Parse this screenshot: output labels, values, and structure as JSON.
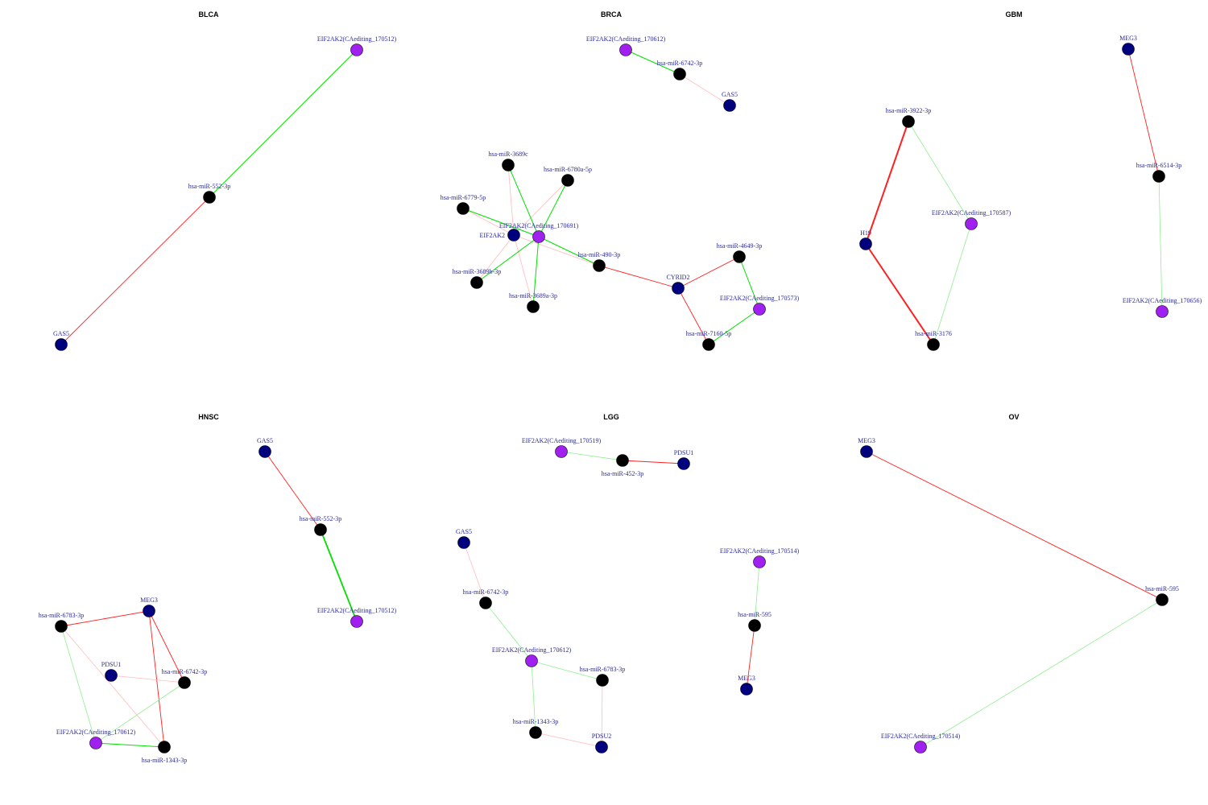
{
  "colors": {
    "mirna": "#000000",
    "gene": "#00007f",
    "editing": "#a020f0",
    "pos_strong": "#00e000",
    "pos_weak": "#90ee90",
    "neg_strong": "#ff2020",
    "neg_weak": "#ffbcbc"
  },
  "panels": [
    {
      "title": "BLCA",
      "nodes": [
        {
          "label": "EIF2AK2(CAediting_170512)",
          "type": "editing"
        },
        {
          "label": "hsa-miR-552-3p",
          "type": "mirna"
        },
        {
          "label": "GAS5",
          "type": "gene"
        }
      ],
      "edges": [
        [
          0,
          1,
          "pos_strong"
        ],
        [
          1,
          2,
          "neg_strong"
        ]
      ]
    },
    {
      "title": "BRCA",
      "nodes": [
        {
          "label": "EIF2AK2(CAediting_170612)",
          "type": "editing"
        },
        {
          "label": "hsa-miR-6742-3p",
          "type": "mirna"
        },
        {
          "label": "GAS5",
          "type": "gene"
        },
        {
          "label": "hsa-miR-3689c",
          "type": "mirna"
        },
        {
          "label": "hsa-miR-6780a-5p",
          "type": "mirna"
        },
        {
          "label": "hsa-miR-6779-5p",
          "type": "mirna"
        },
        {
          "label": "EIF2AK2",
          "type": "gene"
        },
        {
          "label": "EIF2AK2(CAediting_170691)",
          "type": "editing"
        },
        {
          "label": "hsa-miR-490-3p",
          "type": "mirna"
        },
        {
          "label": "hsa-miR-3689b-3p",
          "type": "mirna"
        },
        {
          "label": "hsa-miR-3689a-3p",
          "type": "mirna"
        },
        {
          "label": "CYRID2",
          "type": "gene"
        },
        {
          "label": "hsa-miR-4649-3p",
          "type": "mirna"
        },
        {
          "label": "EIF2AK2(CAediting_170573)",
          "type": "editing"
        },
        {
          "label": "hsa-miR-7160-5p",
          "type": "mirna"
        }
      ],
      "edges": [
        [
          0,
          1,
          "pos_strong"
        ],
        [
          1,
          2,
          "neg_weak"
        ],
        [
          6,
          3,
          "neg_weak"
        ],
        [
          6,
          4,
          "neg_weak"
        ],
        [
          6,
          5,
          "neg_weak"
        ],
        [
          6,
          8,
          "neg_weak"
        ],
        [
          6,
          9,
          "neg_weak"
        ],
        [
          6,
          10,
          "neg_weak"
        ],
        [
          7,
          3,
          "pos_strong"
        ],
        [
          7,
          4,
          "pos_strong"
        ],
        [
          7,
          5,
          "pos_strong"
        ],
        [
          7,
          8,
          "pos_strong"
        ],
        [
          7,
          9,
          "pos_strong"
        ],
        [
          7,
          10,
          "pos_strong"
        ],
        [
          8,
          11,
          "neg_strong"
        ],
        [
          11,
          12,
          "neg_strong"
        ],
        [
          11,
          14,
          "neg_strong"
        ],
        [
          12,
          13,
          "pos_strong"
        ],
        [
          13,
          14,
          "pos_strong"
        ]
      ]
    },
    {
      "title": "GBM",
      "nodes": [
        {
          "label": "hsa-miR-3922-3p",
          "type": "mirna"
        },
        {
          "label": "H19",
          "type": "gene"
        },
        {
          "label": "hsa-miR-3176",
          "type": "mirna"
        },
        {
          "label": "EIF2AK2(CAediting_170587)",
          "type": "editing"
        },
        {
          "label": "MEG3",
          "type": "gene"
        },
        {
          "label": "hsa-miR-6514-3p",
          "type": "mirna"
        },
        {
          "label": "EIF2AK2(CAediting_170656)",
          "type": "editing"
        }
      ],
      "edges": [
        [
          0,
          1,
          "neg_thick"
        ],
        [
          1,
          2,
          "neg_thick"
        ],
        [
          0,
          3,
          "pos_weak"
        ],
        [
          3,
          2,
          "pos_weak"
        ],
        [
          4,
          5,
          "neg_strong"
        ],
        [
          5,
          6,
          "pos_weak"
        ]
      ]
    },
    {
      "title": "HNSC",
      "nodes": [
        {
          "label": "GAS5",
          "type": "gene"
        },
        {
          "label": "hsa-miR-552-3p",
          "type": "mirna"
        },
        {
          "label": "EIF2AK2(CAediting_170512)",
          "type": "editing"
        },
        {
          "label": "MEG3",
          "type": "gene"
        },
        {
          "label": "hsa-miR-6783-3p",
          "type": "mirna"
        },
        {
          "label": "PDSU1",
          "type": "gene"
        },
        {
          "label": "hsa-miR-6742-3p",
          "type": "mirna"
        },
        {
          "label": "EIF2AK2(CAediting_170612)",
          "type": "editing"
        },
        {
          "label": "hsa-miR-1343-3p",
          "type": "mirna"
        }
      ],
      "edges": [
        [
          0,
          1,
          "neg_strong"
        ],
        [
          1,
          2,
          "pos_thick"
        ],
        [
          3,
          4,
          "neg_strong"
        ],
        [
          3,
          6,
          "neg_strong"
        ],
        [
          3,
          8,
          "neg_strong"
        ],
        [
          4,
          7,
          "pos_weak"
        ],
        [
          4,
          8,
          "neg_weak"
        ],
        [
          5,
          6,
          "neg_weak"
        ],
        [
          6,
          7,
          "pos_weak"
        ],
        [
          7,
          8,
          "pos_strong"
        ]
      ]
    },
    {
      "title": "LGG",
      "nodes": [
        {
          "label": "EIF2AK2(CAediting_170519)",
          "type": "editing"
        },
        {
          "label": "hsa-miR-452-3p",
          "type": "mirna"
        },
        {
          "label": "PDSU1",
          "type": "gene"
        },
        {
          "label": "GAS5",
          "type": "gene"
        },
        {
          "label": "hsa-miR-6742-3p",
          "type": "mirna"
        },
        {
          "label": "EIF2AK2(CAediting_170612)",
          "type": "editing"
        },
        {
          "label": "hsa-miR-6783-3p",
          "type": "mirna"
        },
        {
          "label": "hsa-miR-1343-3p",
          "type": "mirna"
        },
        {
          "label": "PDSU2",
          "type": "gene"
        },
        {
          "label": "EIF2AK2(CAediting_170514)",
          "type": "editing"
        },
        {
          "label": "hsa-miR-595",
          "type": "mirna"
        },
        {
          "label": "MEG3",
          "type": "gene"
        }
      ],
      "edges": [
        [
          0,
          1,
          "pos_weak"
        ],
        [
          1,
          2,
          "neg_strong"
        ],
        [
          3,
          4,
          "neg_weak"
        ],
        [
          4,
          5,
          "pos_weak"
        ],
        [
          5,
          6,
          "pos_weak"
        ],
        [
          5,
          7,
          "pos_weak"
        ],
        [
          6,
          8,
          "neg_weak"
        ],
        [
          7,
          8,
          "neg_weak"
        ],
        [
          9,
          10,
          "pos_weak"
        ],
        [
          10,
          11,
          "neg_strong"
        ]
      ]
    },
    {
      "title": "OV",
      "nodes": [
        {
          "label": "MEG3",
          "type": "gene"
        },
        {
          "label": "hsa-miR-595",
          "type": "mirna"
        },
        {
          "label": "EIF2AK2(CAediting_170514)",
          "type": "editing"
        }
      ],
      "edges": [
        [
          0,
          1,
          "neg_strong"
        ],
        [
          1,
          2,
          "pos_weak"
        ]
      ]
    }
  ]
}
